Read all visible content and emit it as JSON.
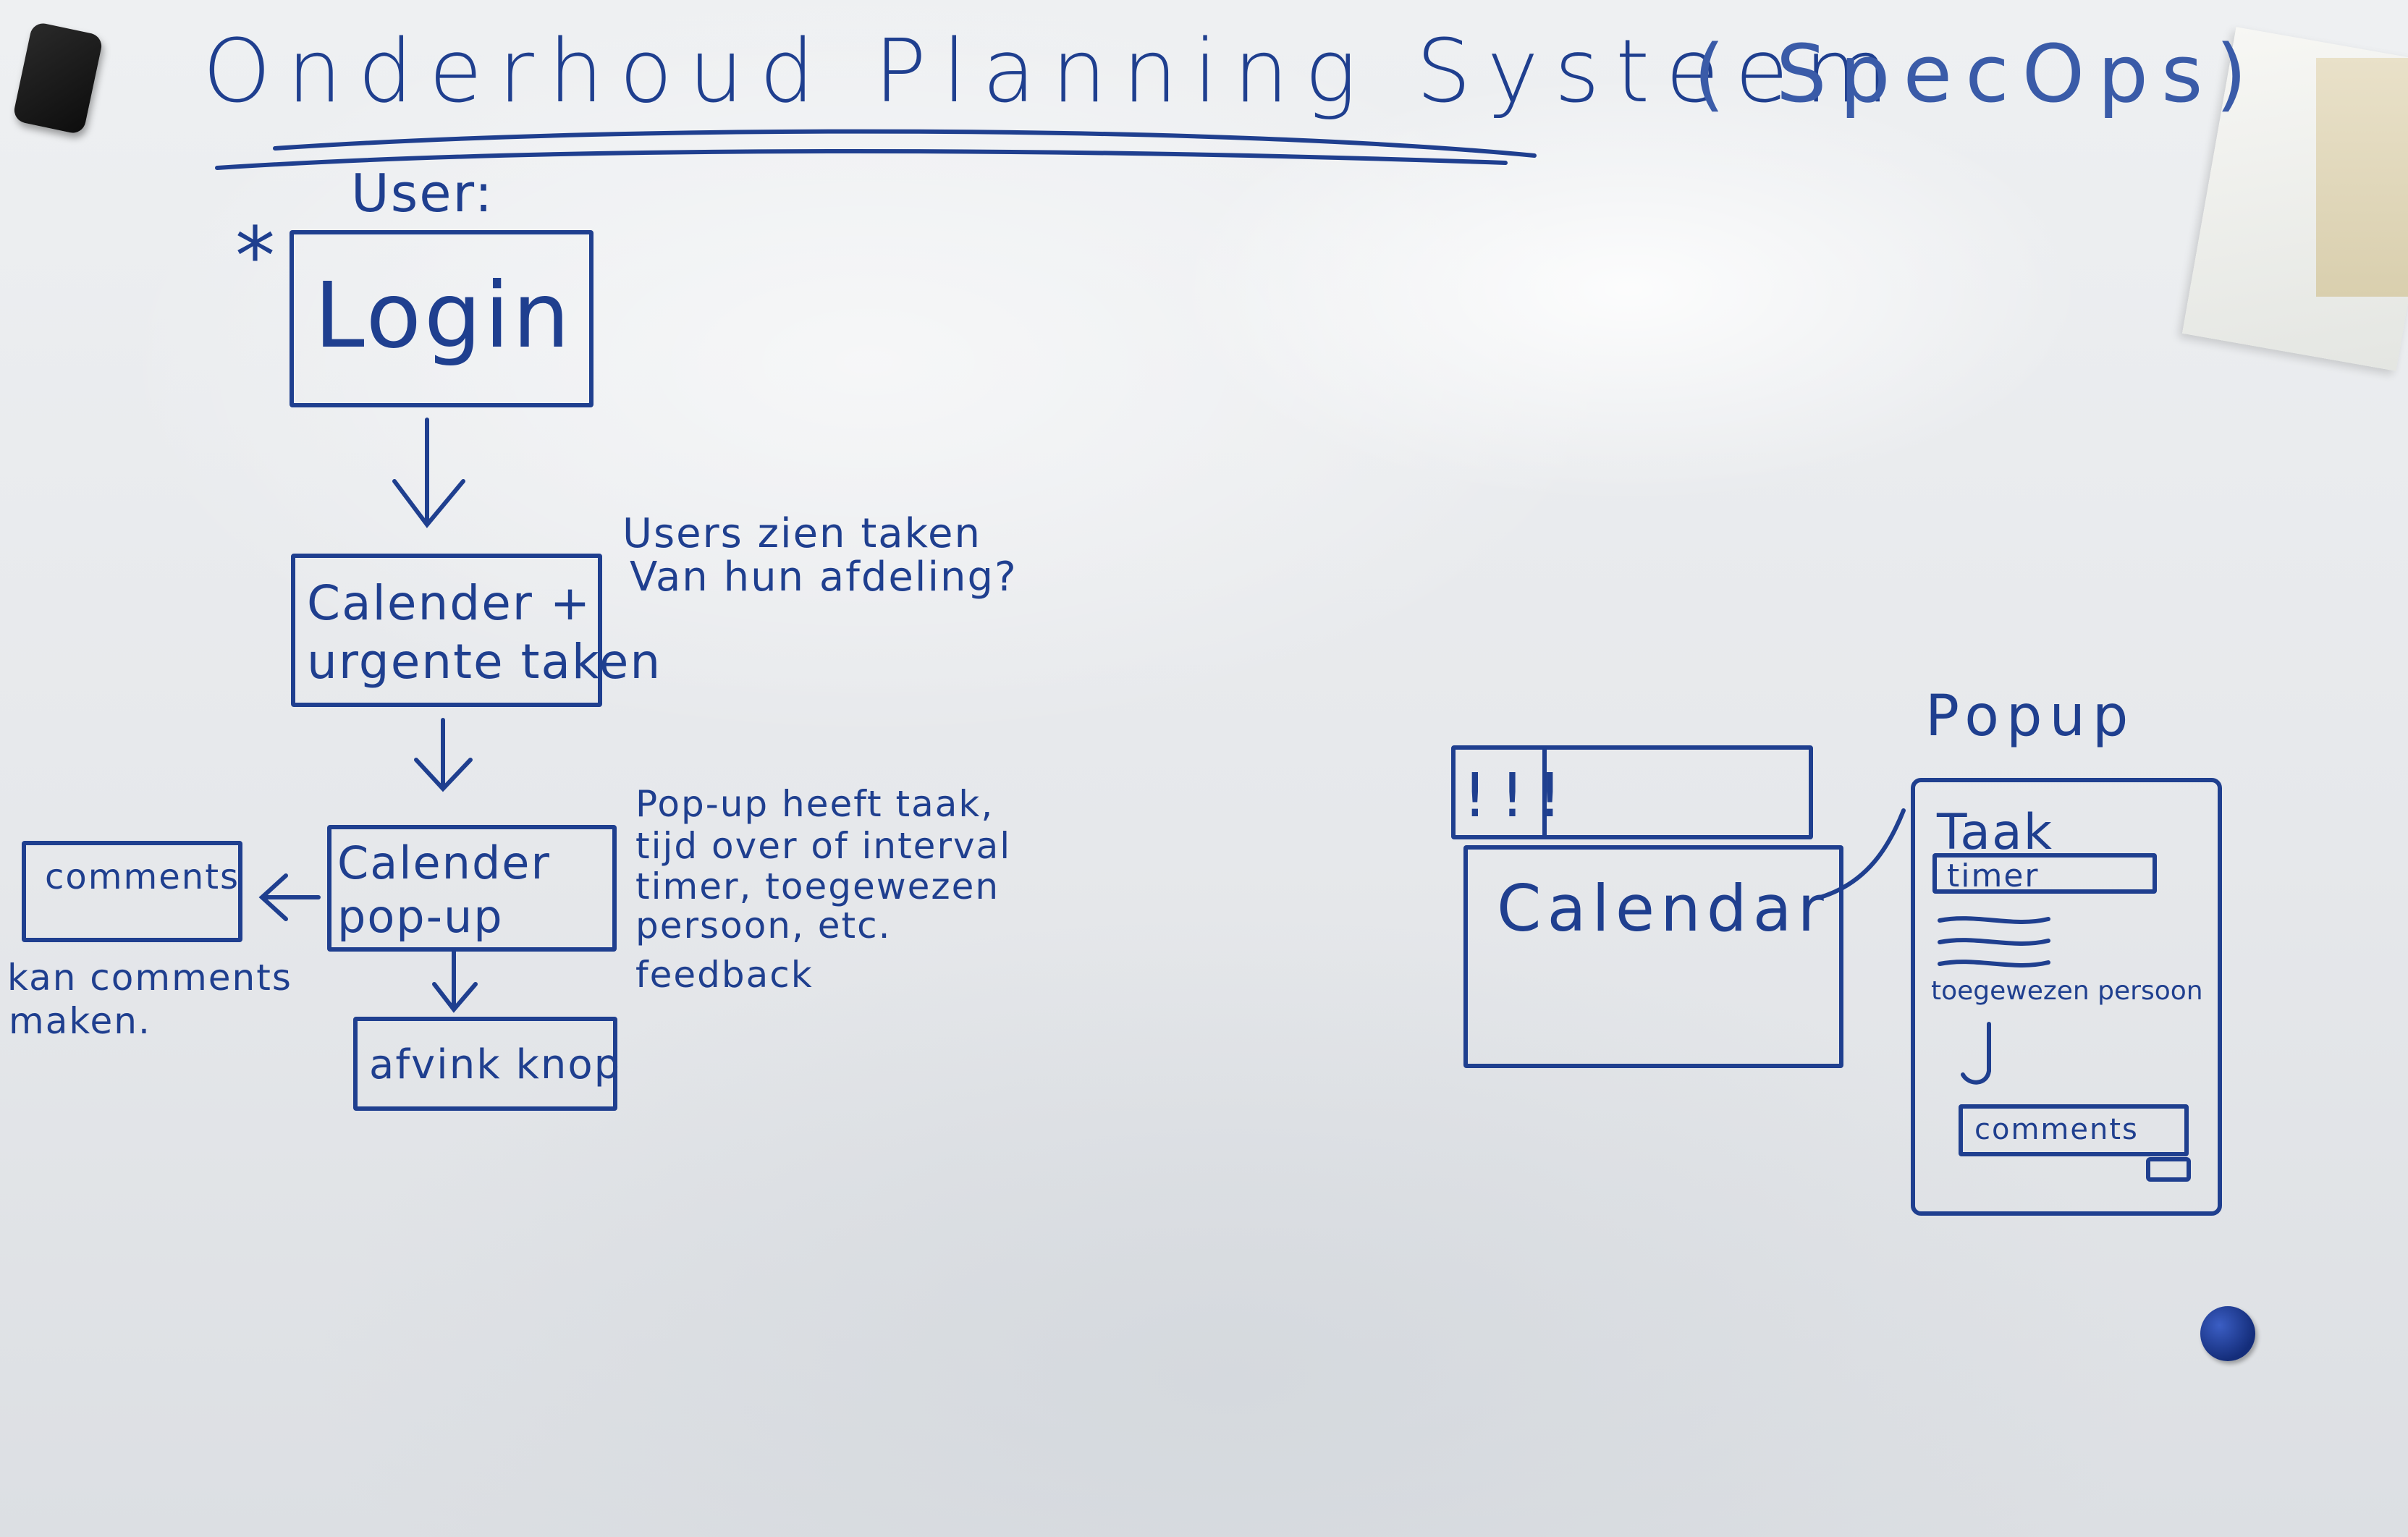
{
  "title": {
    "text": "Onderhoud Planning Systeem",
    "suffix": "( SpecOps)"
  },
  "flow": {
    "user_label": "User:",
    "star": "*",
    "login": "Login",
    "calendar_box_line1": "Calender +",
    "calendar_box_line2": "urgente taken",
    "calendar_note_line1": "Users zien taken",
    "calendar_note_line2": "Van hun afdeling?",
    "popup_box_line1": "Calender",
    "popup_box_line2": "pop-up",
    "popup_note_line1": "Pop-up heeft taak,",
    "popup_note_line2": "tijd over of interval",
    "popup_note_line3": "timer, toegewezen",
    "popup_note_line4": "persoon, etc.",
    "popup_note_line5": "feedback",
    "comments_box": "comments",
    "comments_note_line1": "kan comments",
    "comments_note_line2": "maken.",
    "check_button": "afvink knop"
  },
  "wireframe": {
    "alert_bar": "!!!",
    "calendar": "Calendar",
    "popup_title": "Popup",
    "task_label": "Taak",
    "timer_field": "timer",
    "assignee_label": "toegewezen persoon",
    "comments_field": "comments"
  },
  "colors": {
    "ink": "#1f3f8f",
    "board": "#e9ebee"
  }
}
